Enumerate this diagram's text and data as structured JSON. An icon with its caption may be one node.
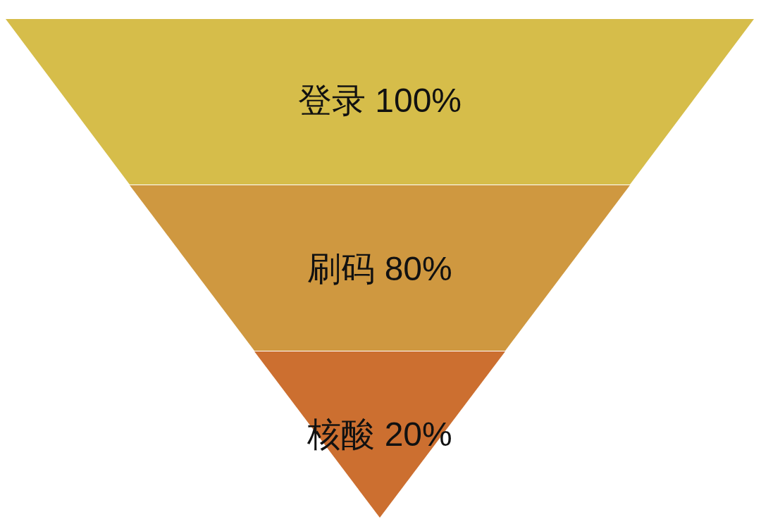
{
  "diagram": {
    "nodes": [
      {
        "text": [
          "登录 100%"
        ]
      },
      {
        "text": [
          "刷码 80%"
        ]
      },
      {
        "text": [
          "核酸 20%"
        ]
      }
    ]
  }
}
